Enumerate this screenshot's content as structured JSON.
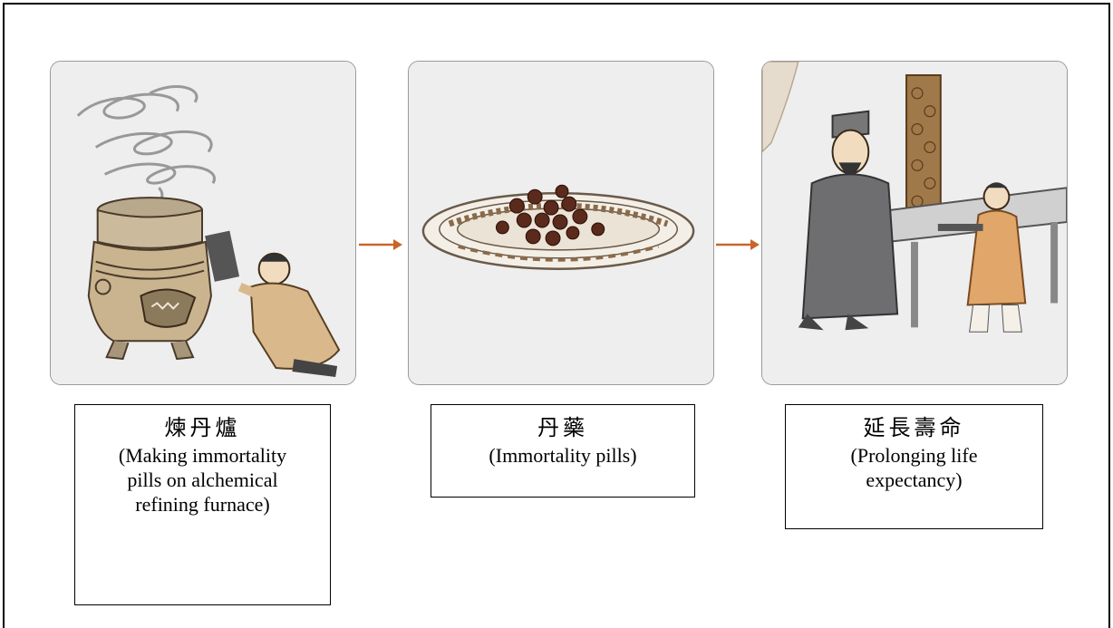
{
  "steps": [
    {
      "chinese": "煉丹爐",
      "english": "(Making immortality pills on alchemical refining furnace)",
      "scene": "alchemical-furnace"
    },
    {
      "chinese": "丹藥",
      "english": "(Immortality pills)",
      "scene": "pills-plate"
    },
    {
      "chinese": "延長壽命",
      "english": "(Prolonging life expectancy)",
      "scene": "old-man-with-servant"
    }
  ],
  "colors": {
    "arrow": "#c8652a",
    "panel_bg": "#eeeeee",
    "robe_tan": "#d9b98c",
    "robe_gray": "#6e6e70",
    "pill": "#5a2a1c"
  }
}
